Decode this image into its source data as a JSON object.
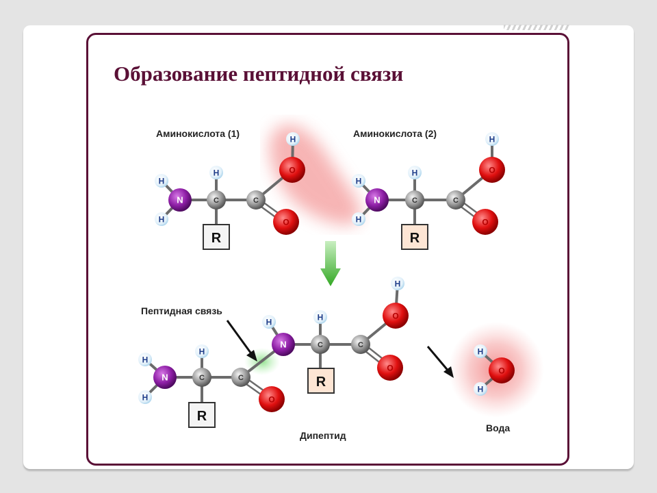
{
  "slide": {
    "title": "Образование пептидной связи"
  },
  "diagram": {
    "labels": {
      "amino_acid_1": "Аминокислота (1)",
      "amino_acid_2": "Аминокислота (2)",
      "peptide_bond": "Пептидная связь",
      "dipeptide": "Дипептид",
      "water": "Вода"
    },
    "atoms": {
      "hydrogen": "H",
      "nitrogen": "N",
      "carbon": "C",
      "oxygen": "O",
      "radical": "R"
    },
    "colors": {
      "frame": "#5a1036",
      "nitrogen": "#8e1fa6",
      "oxygen": "#e01010",
      "carbon": "#9a9a9a",
      "hydrogen": "#cde6f4",
      "arrow": "#4bb53c",
      "bond_highlight": "#7de07a",
      "water_highlight": "#f28c8c"
    }
  }
}
